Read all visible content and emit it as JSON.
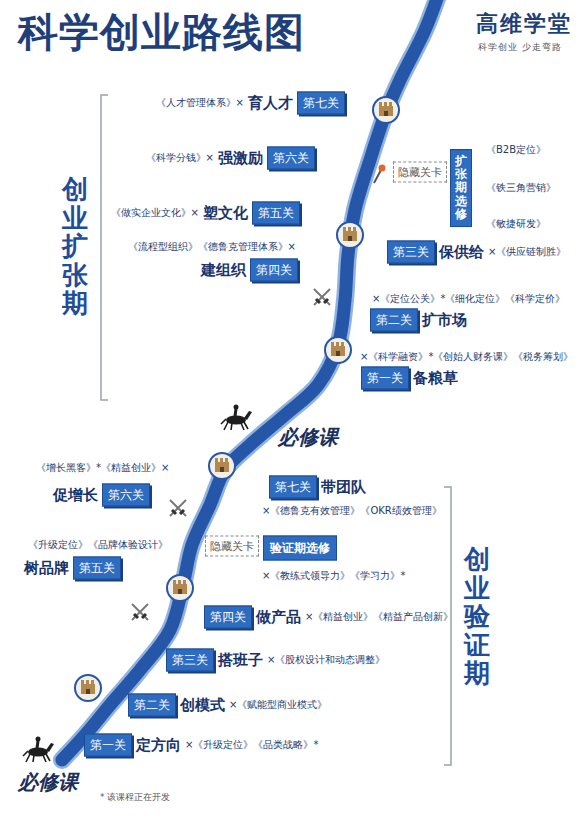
{
  "diagram": {
    "title": "科学创业路线图",
    "nodes": [
      {
        "text": [
          "第七关"
        ]
      },
      {
        "text": [
          "第六关"
        ]
      },
      {
        "text": [
          "第五关"
        ]
      },
      {
        "text": [
          "第四关"
        ]
      },
      {
        "text": [
          "第三关"
        ]
      },
      {
        "text": [
          "第二关"
        ]
      },
      {
        "text": [
          "第一关"
        ]
      },
      {
        "text": [
          "隐藏关卡"
        ]
      },
      {
        "text": [
          "扩张期选修"
        ]
      },
      {
        "text": [
          "第七关"
        ]
      },
      {
        "text": [
          "第六关"
        ]
      },
      {
        "text": [
          "隐藏关卡"
        ]
      },
      {
        "text": [
          "验证期选修"
        ]
      },
      {
        "text": [
          "第五关"
        ]
      },
      {
        "text": [
          "第四关"
        ]
      },
      {
        "text": [
          "第三关"
        ]
      },
      {
        "text": [
          "第二关"
        ]
      },
      {
        "text": [
          "第一关"
        ]
      }
    ],
    "labels": [
      "高维学堂",
      "科学创业 少走弯路",
      "创业扩张期",
      "创业验证期",
      "《人才管理体系》×",
      "育人才",
      "《科学分钱》×",
      "强激励",
      "《做实企业文化》×",
      "塑文化",
      "《流程型组织》《德鲁克管理体系》×",
      "建组织",
      "保供给",
      "×《供应链制胜》",
      "×《定位公关》*《细化定位》《科学定价》",
      "扩市场",
      "×《科学融资》*《创始人财务课》《税务筹划》",
      "备粮草",
      "《B2B定位》",
      "《铁三角营销》",
      "《敏捷研发》",
      "必修课",
      "《增长黑客》*《精益创业》×",
      "促增长",
      "带团队",
      "×《德鲁克有效管理》《OKR绩效管理》",
      "×《教练式领导力》《学习力》*",
      "《升级定位》《品牌体验设计》",
      "树品牌",
      "做产品",
      "×《精益创业》《精益产品创新》",
      "搭班子",
      "×《股权设计和动态调整》",
      "创模式",
      "×《赋能型商业模式》",
      "定方向",
      "×《升级定位》《品类战略》*",
      "必修课",
      "* 该课程正在开发"
    ]
  }
}
